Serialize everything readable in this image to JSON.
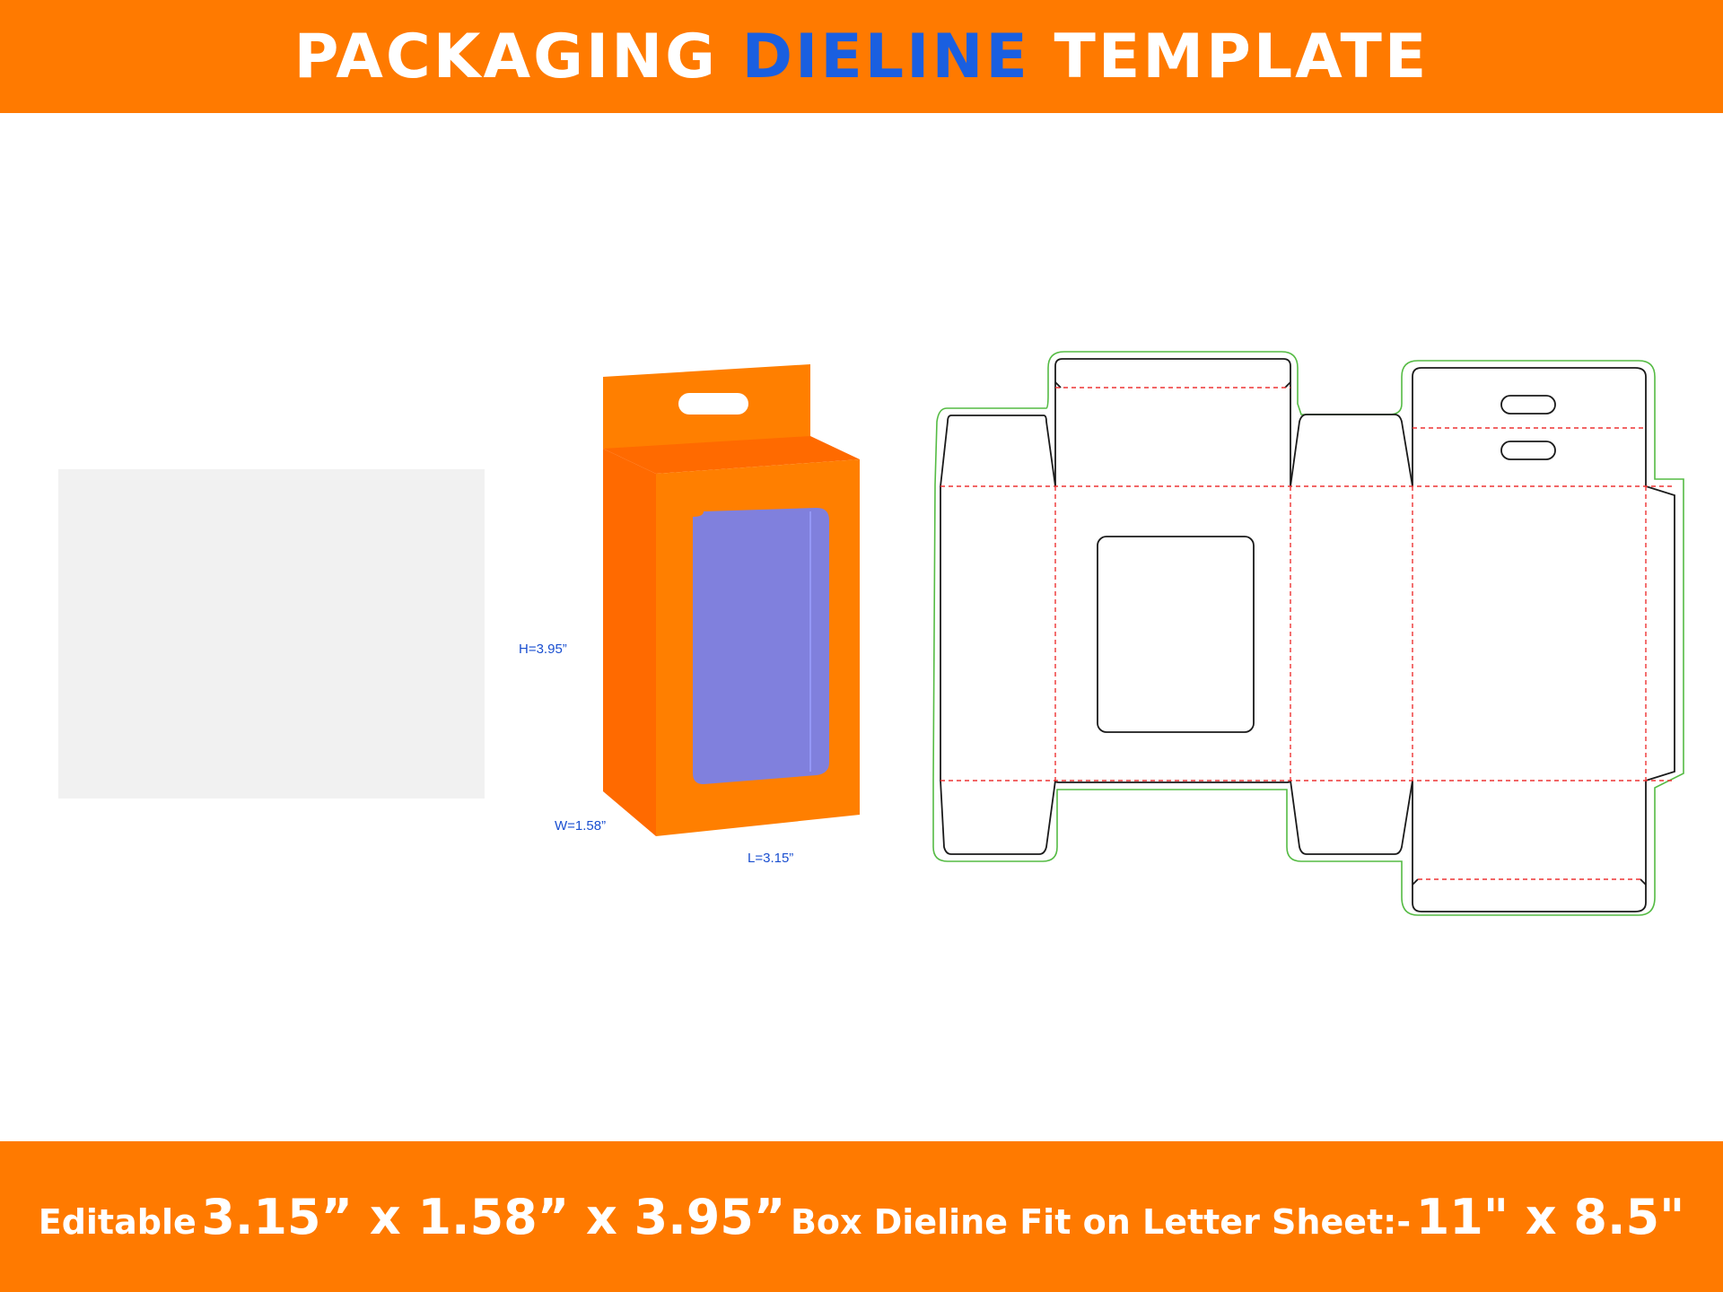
{
  "header": {
    "title_part1": "PACKAGING",
    "title_accent": "DIELINE",
    "title_part2": "TEMPLATE"
  },
  "box_illustration": {
    "height_label": "H=3.95”",
    "width_label": "W=1.58”",
    "length_label": "L=3.15”"
  },
  "footer": {
    "editable": "Editable",
    "dimensions": "3.15” x 1.58” x 3.95”",
    "fit_text": "Box Dieline Fit on Letter Sheet:-",
    "sheet_size": "11\" x 8.5\""
  },
  "colors": {
    "banner": "#ff7a00",
    "accent_text": "#1a5fe0",
    "box_front": "#ff7f00",
    "box_side": "#ff6a00",
    "window": "#8080dd",
    "cut_line": "#1a1a1a",
    "fold_line": "#ee3333",
    "bleed_line": "#55bb44"
  }
}
